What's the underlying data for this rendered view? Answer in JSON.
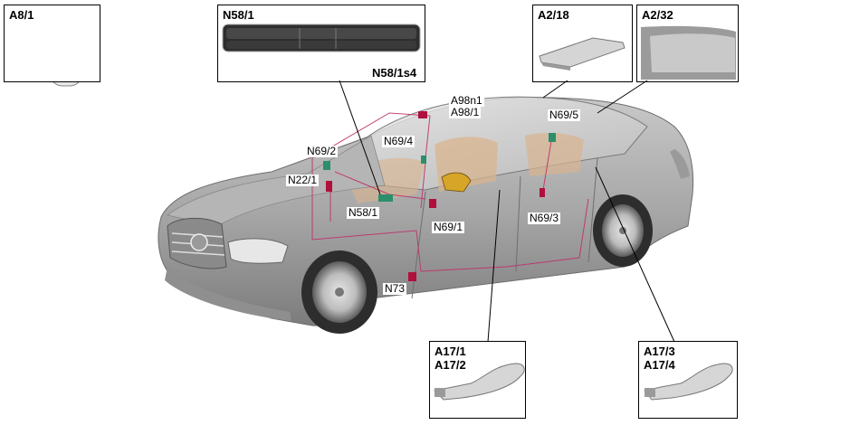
{
  "boxes": {
    "a8_1": "A8/1",
    "n58_1": "N58/1",
    "n58_1s4": "N58/1s4",
    "a2_18": "A2/18",
    "a2_32": "A2/32",
    "a17_1": "A17/1",
    "a17_2": "A17/2",
    "a17_3": "A17/3",
    "a17_4": "A17/4"
  },
  "callouts": {
    "a98n1": "A98n1",
    "a98_1": "A98/1",
    "n69_5": "N69/5",
    "n69_2": "N69/2",
    "n69_4": "N69/4",
    "n22_1": "N22/1",
    "n58_1": "N58/1",
    "n69_1": "N69/1",
    "n69_3": "N69/3",
    "n73": "N73"
  },
  "colors": {
    "car_body": "#a9a9a9",
    "harness": "#c0306a",
    "component_red": "#b0103c",
    "component_green": "#2a8f6a",
    "interior": "#d9b48f"
  }
}
